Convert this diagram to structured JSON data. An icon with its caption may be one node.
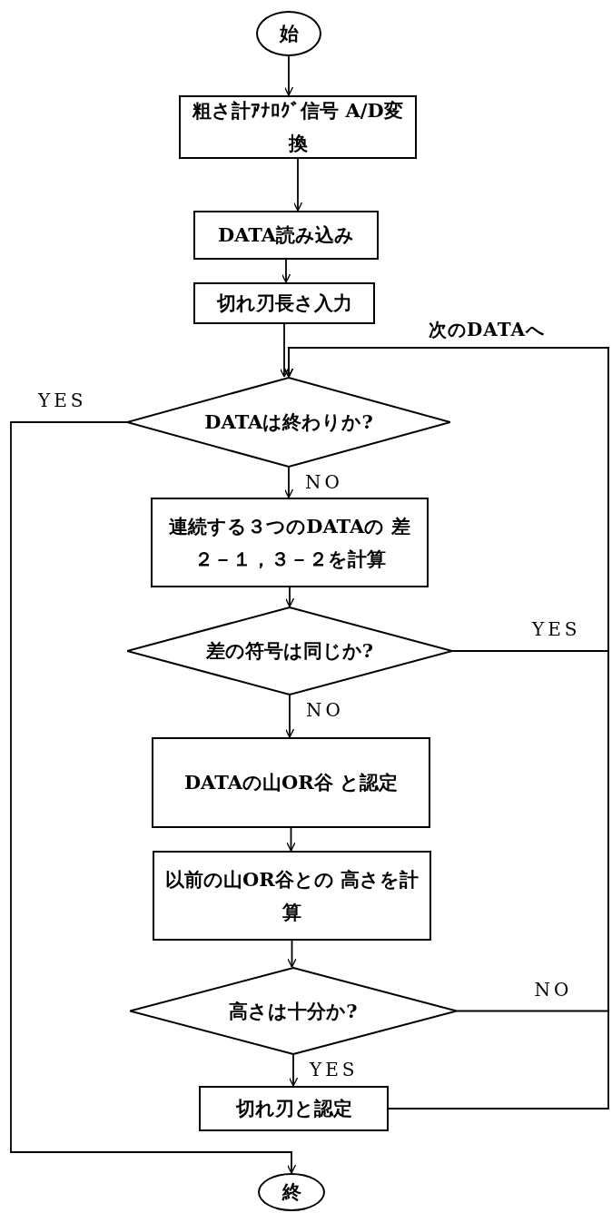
{
  "diagram": {
    "nodes": [
      {
        "text": [
          "始"
        ]
      },
      {
        "text": [
          "粗さ計ｱﾅﾛｸﾞ信号 A/D変換"
        ]
      },
      {
        "text": [
          "DATA読み込み"
        ]
      },
      {
        "text": [
          "切れ刃長さ入力"
        ]
      },
      {
        "text": [
          "DATAは終わりか?"
        ]
      },
      {
        "text": [
          "連続する３つのDATAの 差２－１，３－２を計算"
        ]
      },
      {
        "text": [
          "差の符号は同じか?"
        ]
      },
      {
        "text": [
          "DATAの山OR谷 と認定"
        ]
      },
      {
        "text": [
          "以前の山OR谷との 高さを計算"
        ]
      },
      {
        "text": [
          "高さは十分か?"
        ]
      },
      {
        "text": [
          "切れ刃と認定"
        ]
      },
      {
        "text": [
          "終"
        ]
      }
    ],
    "edges": [
      {
        "from": 0,
        "to": 1,
        "arrow": "to"
      },
      {
        "from": 1,
        "to": 2,
        "arrow": "to"
      },
      {
        "from": 2,
        "to": 3,
        "arrow": "to"
      },
      {
        "from": 3,
        "to": 4,
        "arrow": "to"
      },
      {
        "from": 4,
        "to": 5,
        "arrow": "to",
        "label": "NO"
      },
      {
        "from": 4,
        "to": 11,
        "arrow": "to",
        "label": "YES"
      },
      {
        "from": 5,
        "to": 6,
        "arrow": "to"
      },
      {
        "from": 6,
        "to": 4,
        "arrow": "to",
        "label": "YES"
      },
      {
        "from": 6,
        "to": 7,
        "arrow": "to",
        "label": "NO"
      },
      {
        "from": 7,
        "to": 8,
        "arrow": "to"
      },
      {
        "from": 8,
        "to": 9,
        "arrow": "to"
      },
      {
        "from": 9,
        "to": 4,
        "arrow": "to",
        "label": "NO"
      },
      {
        "from": 9,
        "to": 10,
        "arrow": "to",
        "label": "YES"
      },
      {
        "from": 10,
        "to": 4,
        "arrow": "to"
      }
    ],
    "labels": [
      "次のDATAへ"
    ]
  }
}
